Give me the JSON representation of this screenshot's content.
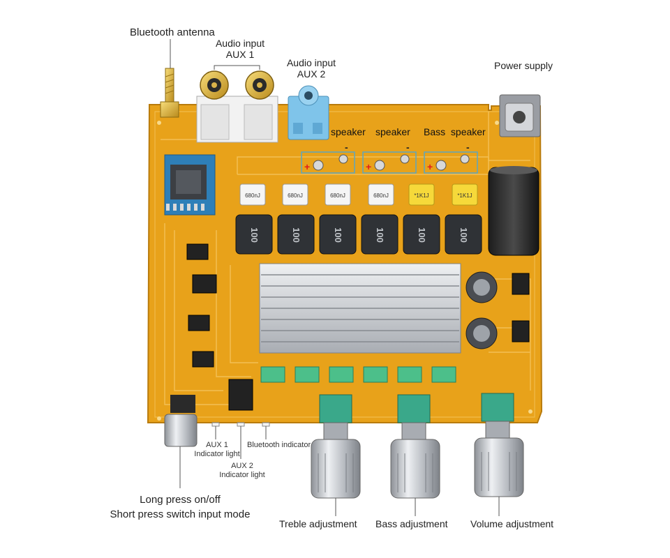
{
  "labels": {
    "bluetooth_antenna": "Bluetooth antenna",
    "aux1_line1": "Audio input",
    "aux1_line2": "AUX 1",
    "aux2_line1": "Audio input",
    "aux2_line2": "AUX 2",
    "power_supply": "Power supply",
    "speaker_left": "speaker",
    "speaker_right": "speaker",
    "bass_speaker": "Bass  speaker",
    "aux1_light_line1": "AUX 1",
    "aux1_light_line2": "Indicator light",
    "aux2_light_line1": "AUX 2",
    "aux2_light_line2": "Indicator light",
    "bluetooth_indicator": "Bluetooth indicator",
    "button_line1": "Long press on/off",
    "button_line2": "Short press switch input mode",
    "treble_adjustment": "Treble adjustment",
    "bass_adjustment": "Bass adjustment",
    "volume_adjustment": "Volume adjustment"
  },
  "markings": {
    "capacitors": [
      "680nJ",
      "680nJ",
      "680nJ",
      "680nJ",
      "*1K1J",
      "*1K1J"
    ],
    "inductors": [
      "100",
      "100",
      "100",
      "100",
      "100",
      "100"
    ],
    "plus_sign": "+",
    "minus_sign": "-"
  },
  "colors": {
    "pcb": "#e8a21a",
    "pcb_dark": "#c8860e",
    "trace": "#f4c35a",
    "heatsink": "#c9ccd0",
    "knob_metal": "#b8bcc2",
    "pot_green": "#3aa88a",
    "aux2_blue": "#7fc4ea",
    "bt_module": "#2e7fb8",
    "leader_line": "#555555"
  }
}
